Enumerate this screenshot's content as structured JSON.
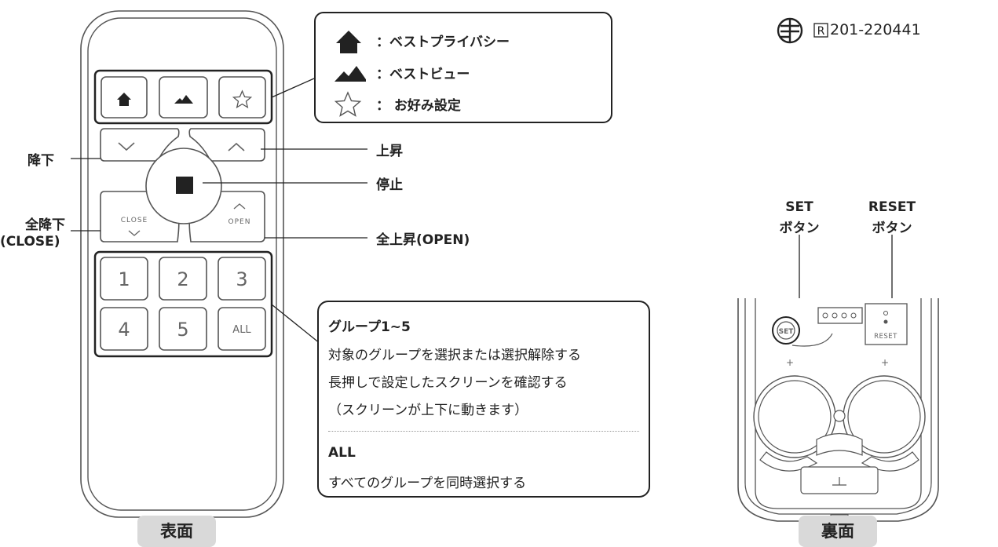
{
  "front": {
    "label": "表面",
    "buttons": {
      "down_label": "降下",
      "up_label": "上昇",
      "stop_label": "停止",
      "close_label_line1": "全降下",
      "close_label_line2": "(CLOSE)",
      "open_label": "全上昇(OPEN)",
      "close_button_text": "CLOSE",
      "open_button_text": "OPEN",
      "group_buttons": [
        "1",
        "2",
        "3",
        "4",
        "5",
        "ALL"
      ]
    },
    "favorites_callout": {
      "items": [
        {
          "icon": "house-icon",
          "text": "：ベストプライバシー"
        },
        {
          "icon": "mountain-icon",
          "text": "：ベストビュー"
        },
        {
          "icon": "star-icon",
          "text": "： お好み設定"
        }
      ]
    },
    "group_callout": {
      "title": "グループ1~5",
      "lines": [
        "対象のグループを選択または選択解除する",
        "長押しで設定したスクリーンを確認する",
        "（スクリーンが上下に動きます）"
      ],
      "all_title": "ALL",
      "all_desc": "すべてのグループを同時選択する"
    }
  },
  "back": {
    "label": "裏面",
    "set_label_line1": "SET",
    "set_label_line2": "ボタン",
    "reset_label_line1": "RESET",
    "reset_label_line2": "ボタン",
    "set_button_text": "SET",
    "reset_button_text": "RESET"
  },
  "certification": {
    "icon": "giteki-mark-icon",
    "r_mark": "R",
    "number": "201-220441"
  }
}
